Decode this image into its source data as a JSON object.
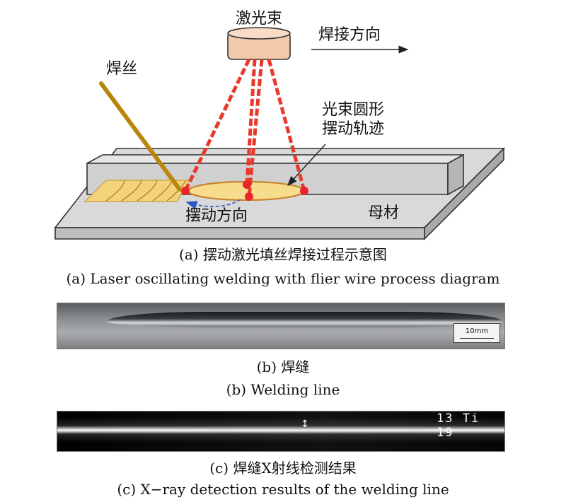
{
  "diagram": {
    "labels": {
      "laser_beam": "激光束",
      "welding_direction": "焊接方向",
      "wire": "焊丝",
      "trajectory_line1": "光束圆形",
      "trajectory_line2": "摆动轨迹",
      "oscillation_direction": "摆动方向",
      "base_metal": "母材"
    },
    "colors": {
      "laser": "#e8392a",
      "laser_head": "#f2c9a9",
      "wire": "#b8860b",
      "weld_bead": "#f3d37a",
      "plate": "#d9d9d9",
      "base_block": "#d0d0d0",
      "oscillation_arrow": "#2b59c3"
    }
  },
  "captions": {
    "a_cn": "(a) 摆动激光填丝焊接过程示意图",
    "a_en": "(a) Laser oscillating welding with flier wire process diagram",
    "b_cn": "(b) 焊缝",
    "b_en": "(b) Welding line",
    "c_cn": "(c) 焊缝X射线检测结果",
    "c_en": "(c) X−ray detection results of the welding line"
  },
  "photo_b": {
    "scale_label": "10mm"
  },
  "photo_c": {
    "code_text": "13 Ti 19"
  }
}
